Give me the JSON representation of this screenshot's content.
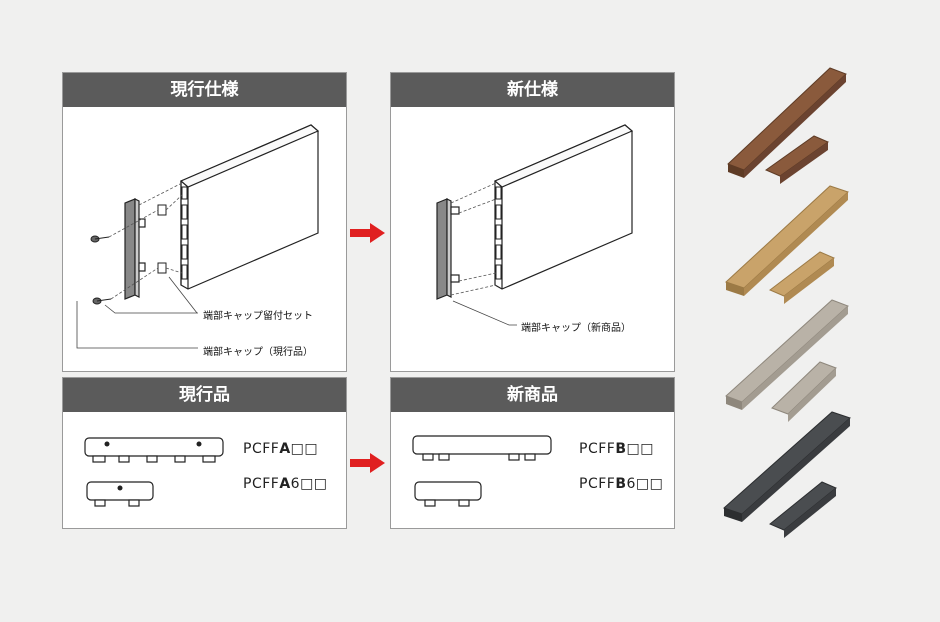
{
  "panels": {
    "current_spec": {
      "title": "現行仕様"
    },
    "new_spec": {
      "title": "新仕様"
    },
    "current_product": {
      "title": "現行品"
    },
    "new_product": {
      "title": "新商品"
    }
  },
  "labels": {
    "screw_set": "端部キャップ留付セット",
    "cap_current": "端部キャップ（現行品）",
    "cap_new": "端部キャップ（新商品）"
  },
  "codes": {
    "current_long": {
      "prefix": "PCFF",
      "letter": "A",
      "suffix": "□□"
    },
    "current_short": {
      "prefix": "PCFF",
      "letter": "A",
      "suffix": "6□□"
    },
    "new_long": {
      "prefix": "PCFF",
      "letter": "B",
      "suffix": "□□"
    },
    "new_short": {
      "prefix": "PCFF",
      "letter": "B",
      "suffix": "6□□"
    }
  },
  "colors": {
    "header_bg": "#5b5b5b",
    "arrow_red": "#e02020",
    "swatches": [
      "#8a5a3c",
      "#c9a36a",
      "#b9b2a7",
      "#4a4d50"
    ]
  }
}
